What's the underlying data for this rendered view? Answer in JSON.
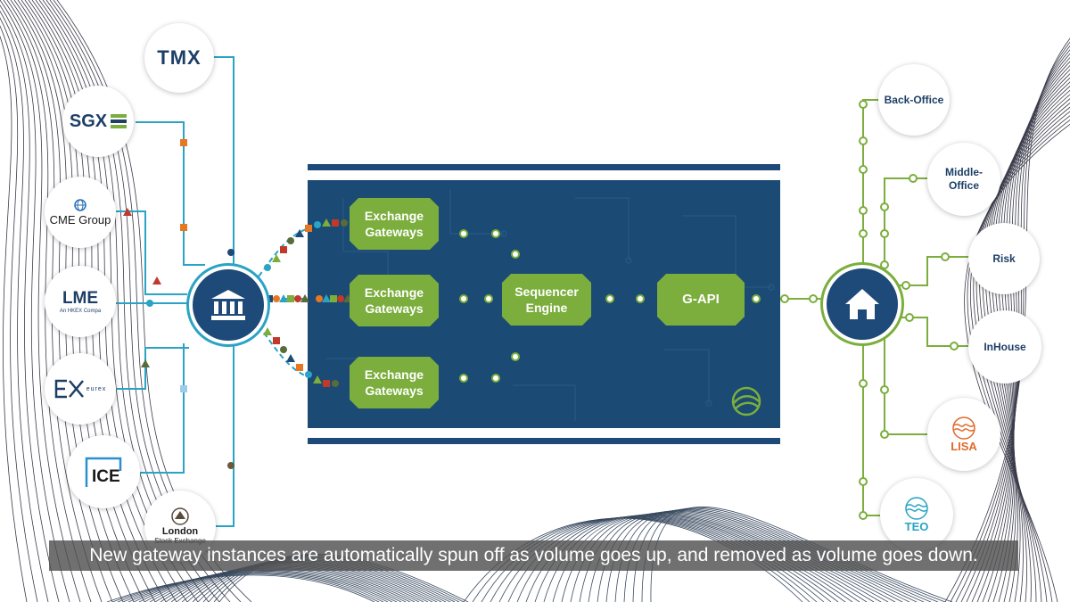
{
  "exchanges": [
    {
      "name": "TMX",
      "color": "#1d3f66"
    },
    {
      "name": "SGX",
      "color": "#1d3f66"
    },
    {
      "name": "CME Group",
      "color": "#1a1a1a"
    },
    {
      "name": "LME",
      "sub": "An HKEX Compa",
      "color": "#1d3f66"
    },
    {
      "name": "eurex",
      "color": "#1d3f66"
    },
    {
      "name": "ICE",
      "color": "#1a1a1a"
    },
    {
      "name": "London",
      "sub": "Stock Exchange",
      "color": "#1a1a1a"
    }
  ],
  "pipeline": {
    "gateways": [
      "Exchange Gateways",
      "Exchange Gateways",
      "Exchange Gateways"
    ],
    "sequencer": "Sequencer Engine",
    "gapi": "G-API"
  },
  "destinations": [
    "Back-Office",
    "Middle-Office",
    "Risk",
    "InHouse",
    "LISA",
    "TEO"
  ],
  "caption": "New gateway instances are automatically spun off as volume goes up, and removed as volume goes down.",
  "colors": {
    "navy": "#1d4a78",
    "green": "#7bae3c",
    "teal": "#2aa3c4",
    "orange": "#e87722",
    "lisa": "#e06a2a",
    "teo": "#2aa3c4"
  }
}
